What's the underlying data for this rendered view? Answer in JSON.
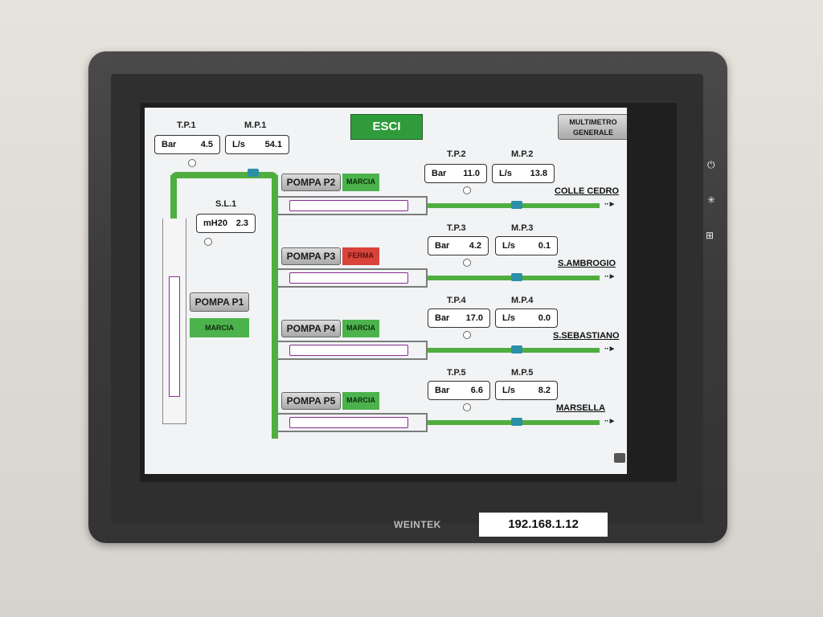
{
  "header": {
    "exit_label": "ESCI",
    "multimeter_label": "MULTIMETRO GENERALE"
  },
  "well": {
    "tp_label": "T.P.1",
    "tp_unit": "Bar",
    "tp_value": "4.5",
    "mp_label": "M.P.1",
    "mp_unit": "L/s",
    "mp_value": "54.1",
    "sl_label": "S.L.1",
    "sl_unit": "mH20",
    "sl_value": "2.3",
    "pump_label": "POMPA P1",
    "pump_status": "MARCIA"
  },
  "lines": [
    {
      "pump_label": "POMPA P2",
      "status": "MARCIA",
      "tp_label": "T.P.2",
      "tp_unit": "Bar",
      "tp_value": "11.0",
      "mp_label": "M.P.2",
      "mp_unit": "L/s",
      "mp_value": "13.8",
      "destination": "COLLE CEDRO"
    },
    {
      "pump_label": "POMPA P3",
      "status": "FERMA",
      "tp_label": "T.P.3",
      "tp_unit": "Bar",
      "tp_value": "4.2",
      "mp_label": "M.P.3",
      "mp_unit": "L/s",
      "mp_value": "0.1",
      "destination": "S.AMBROGIO"
    },
    {
      "pump_label": "POMPA P4",
      "status": "MARCIA",
      "tp_label": "T.P.4",
      "tp_unit": "Bar",
      "tp_value": "17.0",
      "mp_label": "M.P.4",
      "mp_unit": "L/s",
      "mp_value": "0.0",
      "destination": "S.SEBASTIANO"
    },
    {
      "pump_label": "POMPA P5",
      "status": "MARCIA",
      "tp_label": "T.P.5",
      "tp_unit": "Bar",
      "tp_value": "6.6",
      "mp_label": "M.P.5",
      "mp_unit": "L/s",
      "mp_value": "8.2",
      "destination": "MARSELLA"
    }
  ],
  "device": {
    "brand": "WEINTEK",
    "ip_label": "192.168.1.12"
  },
  "icons": {
    "power": "power-icon",
    "brightness": "brightness-icon",
    "network": "network-icon"
  },
  "colors": {
    "running": "#4cb34c",
    "stopped": "#d9433a",
    "pipe": "#4fae3f"
  }
}
